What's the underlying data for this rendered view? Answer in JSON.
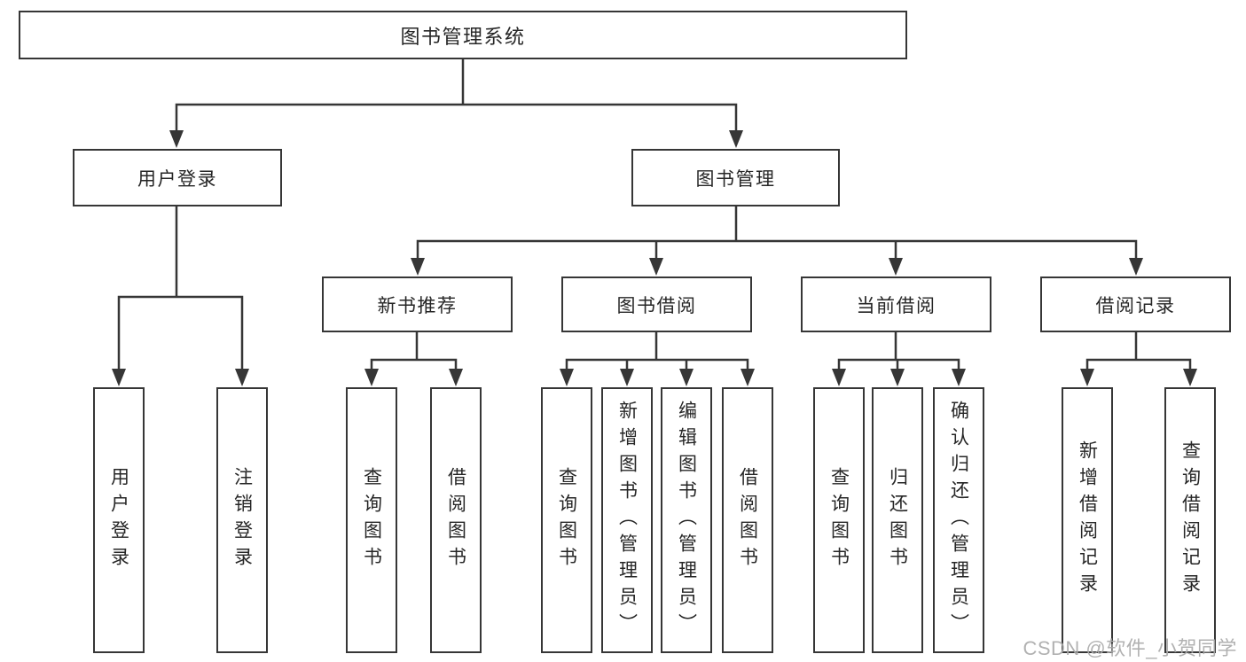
{
  "diagram": {
    "type": "hierarchy-tree",
    "root": {
      "label": "图书管理系统"
    },
    "level2": [
      {
        "label": "用户登录"
      },
      {
        "label": "图书管理"
      }
    ],
    "level3": [
      {
        "label": "新书推荐",
        "parent": "图书管理"
      },
      {
        "label": "图书借阅",
        "parent": "图书管理"
      },
      {
        "label": "当前借阅",
        "parent": "图书管理"
      },
      {
        "label": "借阅记录",
        "parent": "图书管理"
      }
    ],
    "leaves": [
      {
        "label": "用户登录",
        "parent": "用户登录"
      },
      {
        "label": "注销登录",
        "parent": "用户登录"
      },
      {
        "label": "查询图书",
        "parent": "新书推荐"
      },
      {
        "label": "借阅图书",
        "parent": "新书推荐"
      },
      {
        "label": "查询图书",
        "parent": "图书借阅"
      },
      {
        "label": "新增图书（管理员）",
        "parent": "图书借阅"
      },
      {
        "label": "编辑图书（管理员）",
        "parent": "图书借阅"
      },
      {
        "label": "借阅图书",
        "parent": "图书借阅"
      },
      {
        "label": "查询图书",
        "parent": "当前借阅"
      },
      {
        "label": "归还图书",
        "parent": "当前借阅"
      },
      {
        "label": "确认归还（管理员）",
        "parent": "当前借阅"
      },
      {
        "label": "新增借阅记录",
        "parent": "借阅记录"
      },
      {
        "label": "查询借阅记录",
        "parent": "借阅记录"
      }
    ]
  },
  "watermark": "CSDN @软件_小贺同学",
  "colors": {
    "line": "#363636",
    "box_border": "#363636",
    "text": "#262626",
    "watermark": "#ababab",
    "background": "#ffffff"
  }
}
